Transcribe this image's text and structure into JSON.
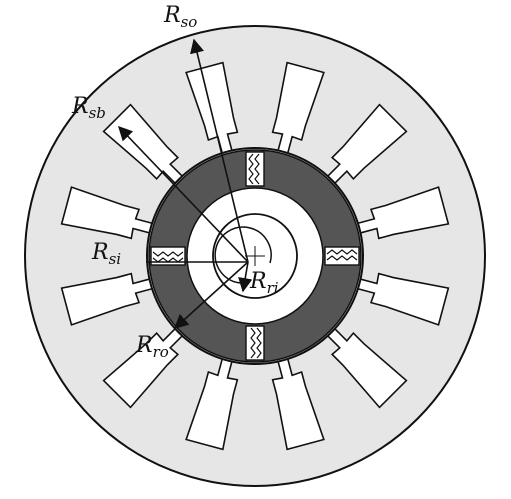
{
  "figure": {
    "colors": {
      "background": "#ffffff",
      "stator_fill": "#e6e6e6",
      "magnet_ring": "#555555",
      "outline": "#111111",
      "rotor_fill": "#ffffff"
    },
    "slot_count": 12,
    "magnet_count": 4,
    "labels": {
      "r_so": {
        "main": "R",
        "sub": "so"
      },
      "r_sb": {
        "main": "R",
        "sub": "sb"
      },
      "r_si": {
        "main": "R",
        "sub": "si"
      },
      "r_ri": {
        "main": "R",
        "sub": "ri"
      },
      "r_ro": {
        "main": "R",
        "sub": "ro"
      }
    }
  }
}
